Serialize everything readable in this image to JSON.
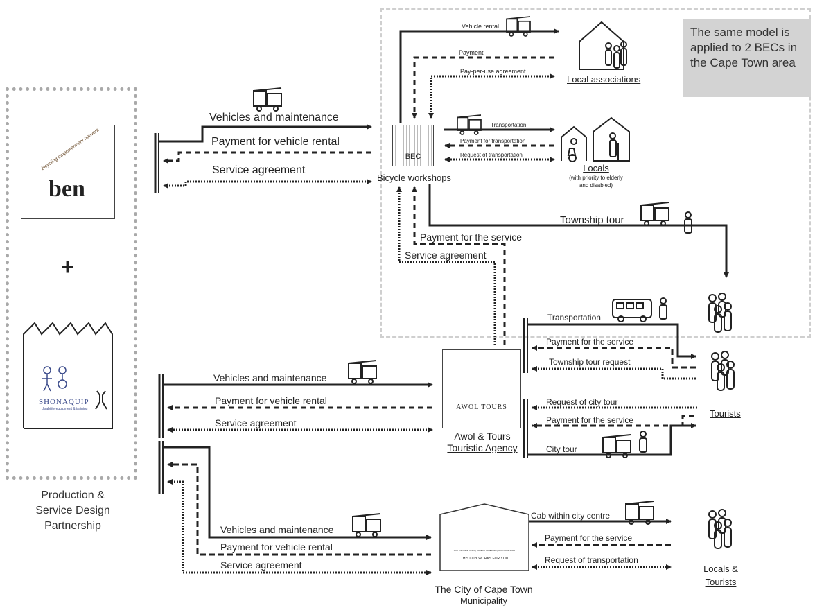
{
  "note": "The same model is applied to 2 BECs in the Cape Town area",
  "partners": {
    "plus": "+",
    "shonaquip_name": "SHONAQUIP",
    "shonaquip_sub": "disability equipment & training",
    "ben_logo": "ben",
    "ben_tagline": "bicycling empowerment network",
    "caption_line1": "Production &",
    "caption_line2": "Service Design",
    "caption_line3": "Partnership"
  },
  "top_flows": {
    "vehicles": "Vehicles and maintenance",
    "payment": "Payment for vehicle rental",
    "agreement": "Service agreement"
  },
  "bec": {
    "inner_label": "BEC",
    "caption": "Bicycle workshops",
    "vehicle_rental": "Vehicle rental",
    "payment": "Payment",
    "pay_per_use": "Pay-per-use agreement",
    "transportation": "Transportation",
    "payment_for_transportation": "Payment for transportation",
    "request_of_transportation": "Request of transportation",
    "township_tour": "Township tour",
    "payment_for_service": "Payment for the service",
    "service_agreement": "Service agreement"
  },
  "local_associations": "Local associations",
  "locals": {
    "title": "Locals",
    "sub1": "(with priority to elderly",
    "sub2": "and disabled)"
  },
  "tourists": "Tourists",
  "awol": {
    "caption1": "Awol & Tours",
    "caption2": "Touristic Agency",
    "logo_text": "AWOL TOURS",
    "transportation": "Transportation",
    "payment_for_service": "Payment for the service",
    "township_tour_request": "Township tour request",
    "request_city_tour": "Request of city tour",
    "payment_for_service2": "Payment for the service",
    "city_tour": "City tour",
    "vehicles": "Vehicles and maintenance",
    "payment": "Payment for vehicle rental",
    "agreement": "Service agreement"
  },
  "city": {
    "caption1": "The City of Cape Town",
    "caption2": "Municipality",
    "logo_small": "CITY OF CAPE TOWN | ISIXEKO SASEKAPA | STAD KAAPSTAD",
    "logo_slogan": "THIS CITY WORKS FOR YOU",
    "vehicles": "Vehicles and maintenance",
    "payment": "Payment for vehicle rental",
    "agreement": "Service agreement",
    "cab": "Cab within city centre",
    "payment_for_service": "Payment for the service",
    "request_transport": "Request of transportation"
  },
  "locals_tourists": {
    "line1": "Locals &",
    "line2": "Tourists"
  }
}
